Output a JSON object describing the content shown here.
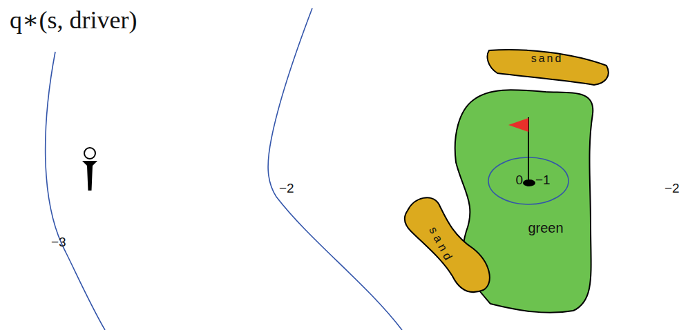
{
  "diagram": {
    "title": "q∗(s, driver)",
    "nodes": [
      {
        "text": [
          "sand"
        ]
      },
      {
        "text": [
          "green"
        ]
      },
      {
        "text": [
          "sand"
        ]
      }
    ],
    "labels": [
      "−3",
      "−2",
      "0",
      "−1",
      "−2"
    ]
  }
}
